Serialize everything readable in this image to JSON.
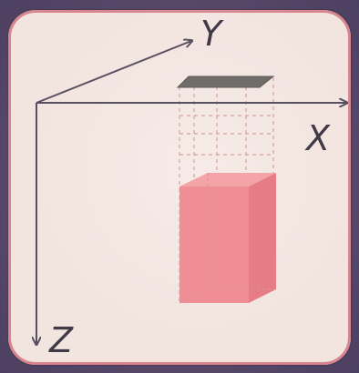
{
  "diagram": {
    "axes": {
      "x_label": "X",
      "y_label": "Y",
      "z_label": "Z"
    },
    "colors": {
      "background": "#5b4d6d",
      "card": "#f2e4df",
      "card_border": "#d8858f",
      "axis": "#57505e",
      "projection": "#6f6c69",
      "box_front": "#ef8f95",
      "box_side": "#e67c86",
      "box_top": "#f4a3a7",
      "guides": "#dba9ad"
    }
  }
}
